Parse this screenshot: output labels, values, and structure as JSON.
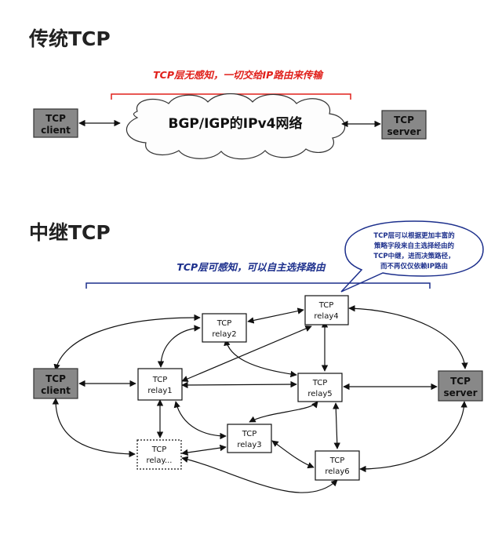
{
  "traditional": {
    "title": "传统TCP",
    "note": "TCP层无感知，一切交给IP路由来传输",
    "cloud_label": "BGP/IGP的IPv4网络",
    "client": [
      "TCP",
      "client"
    ],
    "server": [
      "TCP",
      "server"
    ]
  },
  "relay": {
    "title": "中继TCP",
    "note": "TCP层可感知，可以自主选择路由",
    "bubble": [
      "TCP层可以根据更加丰富的",
      "策略字段来自主选择经由的",
      "TCP中继，进而决策路径，",
      "而不再仅仅依赖IP路由"
    ],
    "client": [
      "TCP",
      "client"
    ],
    "server": [
      "TCP",
      "server"
    ],
    "nodes": {
      "relay1": [
        "TCP",
        "relay1"
      ],
      "relay2": [
        "TCP",
        "relay2"
      ],
      "relay3": [
        "TCP",
        "relay3"
      ],
      "relay4": [
        "TCP",
        "relay4"
      ],
      "relay5": [
        "TCP",
        "relay5"
      ],
      "relay6": [
        "TCP",
        "relay6"
      ],
      "relayx": [
        "TCP",
        "relay..."
      ]
    }
  },
  "colors": {
    "gray_box": "#888888",
    "red_accent": "#e0201b",
    "blue_accent": "#1c2f8c"
  }
}
